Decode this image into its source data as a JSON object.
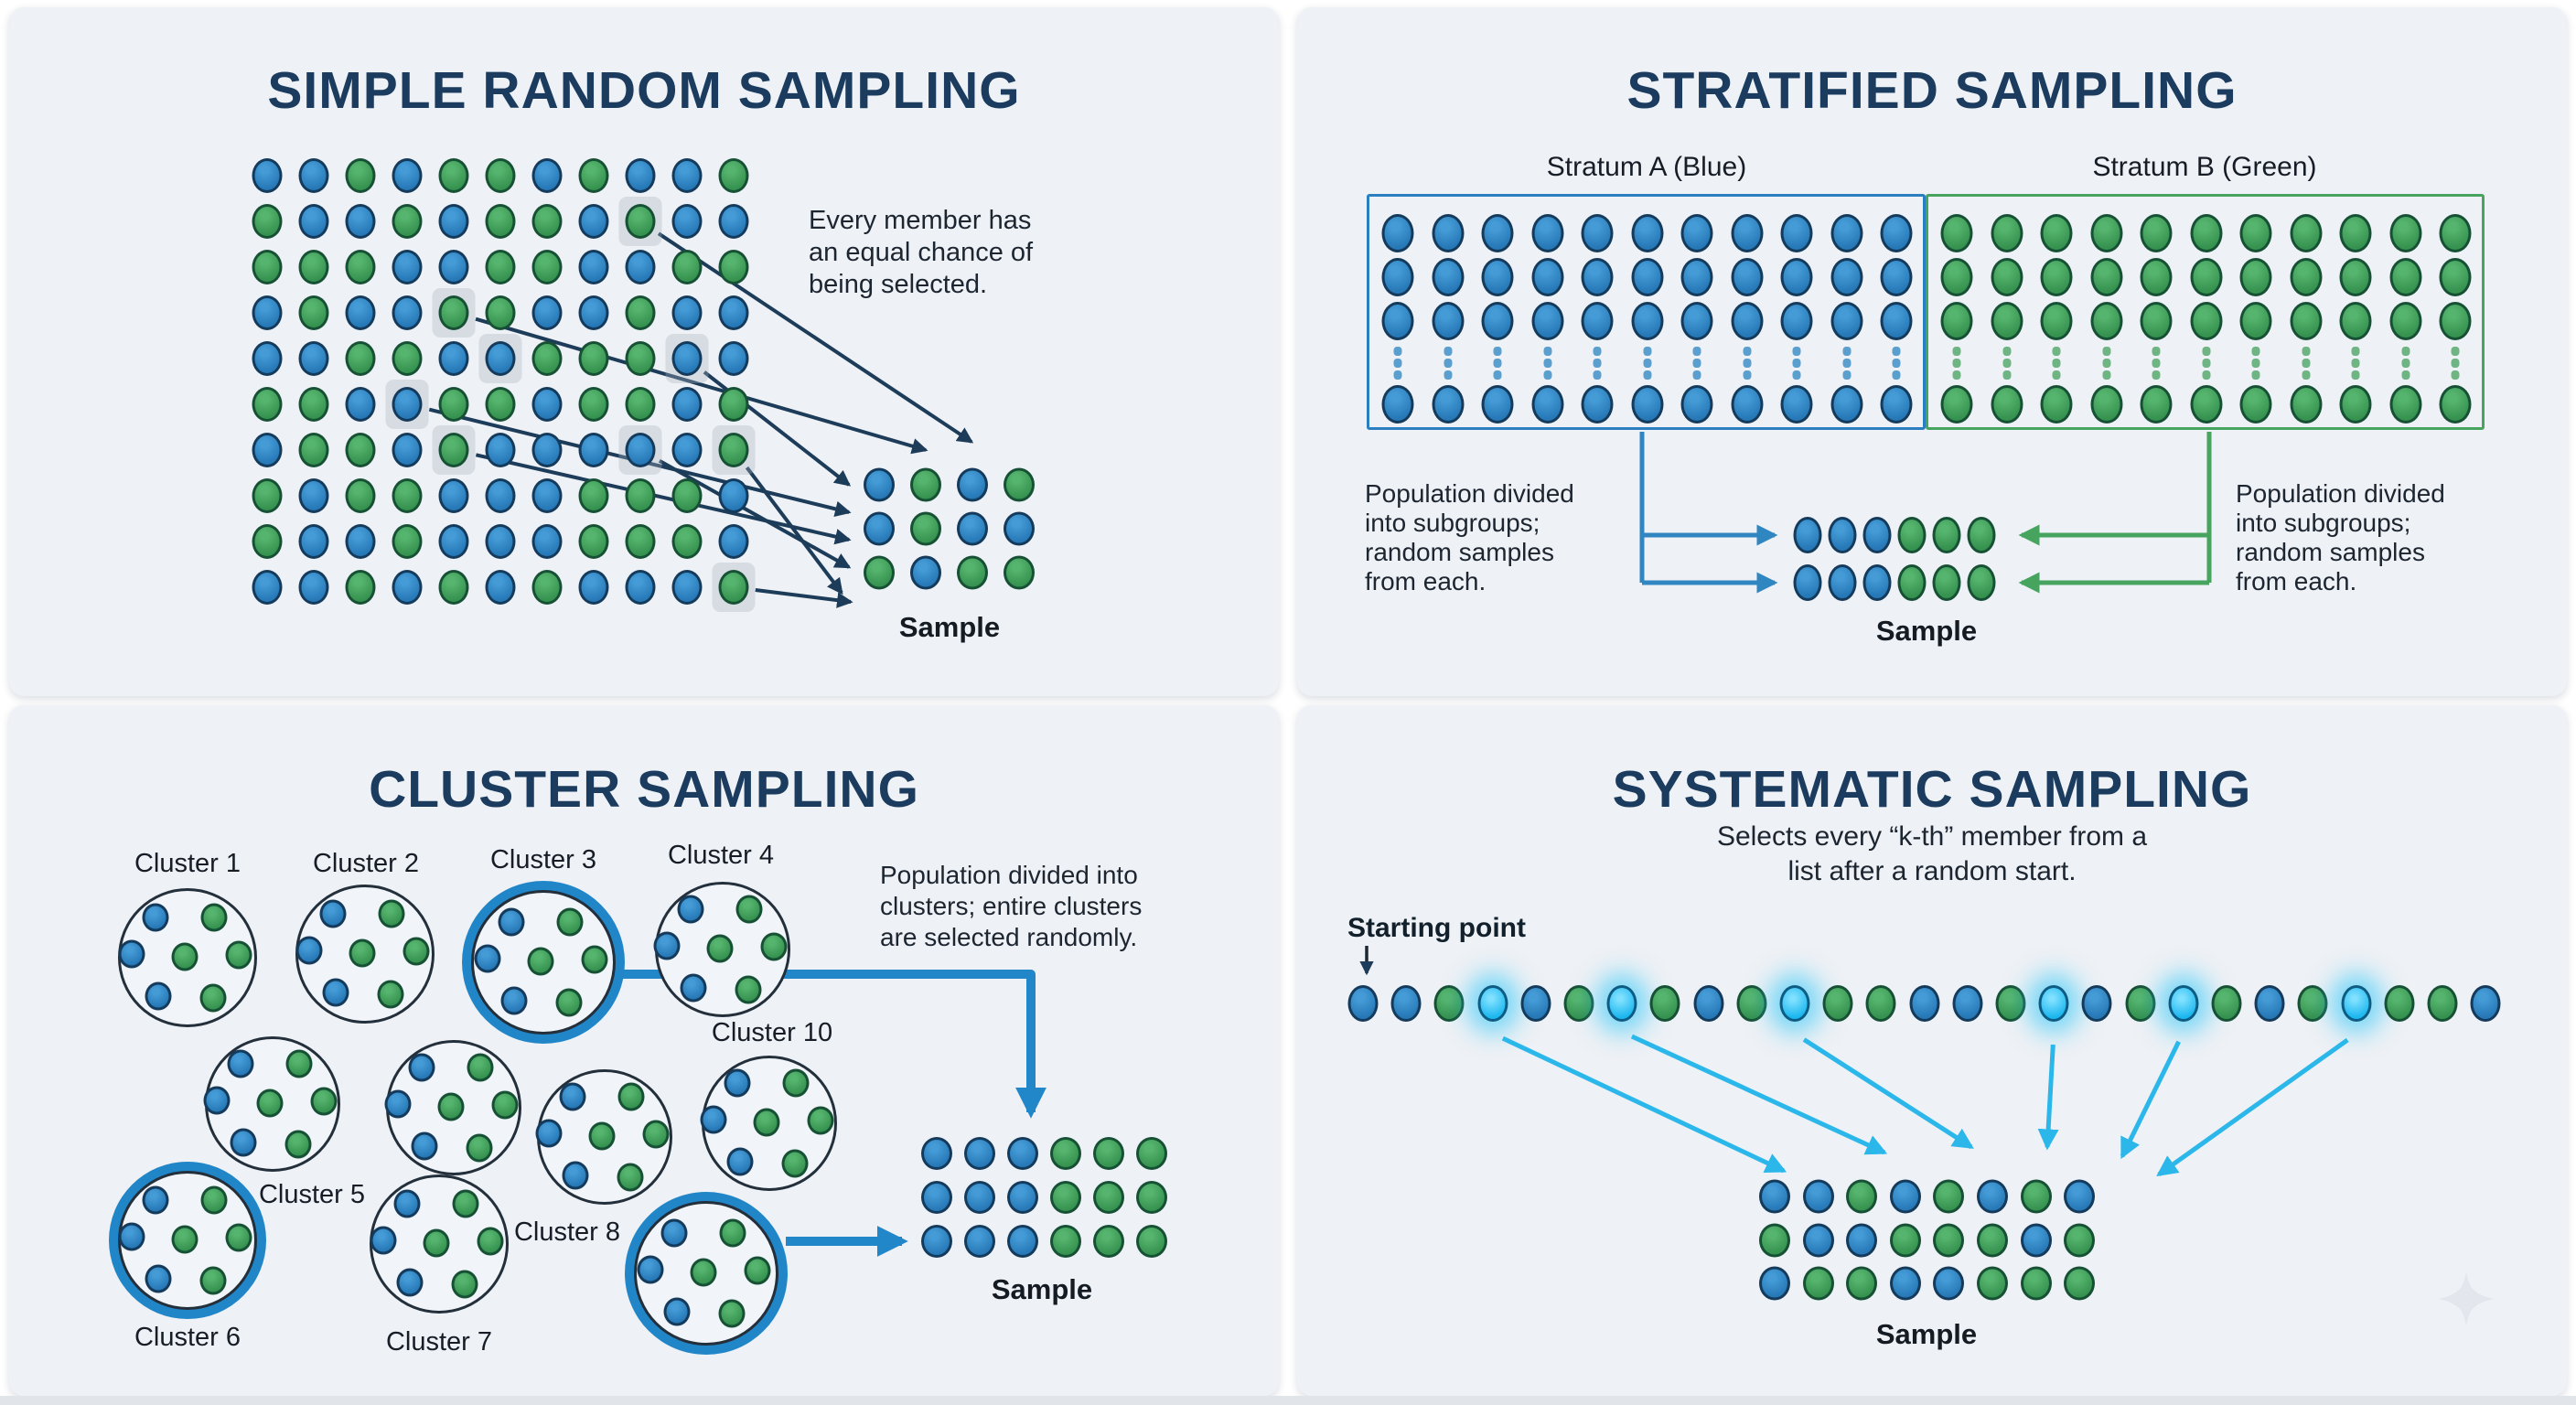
{
  "colors": {
    "card_background": "#eef1f5",
    "title_navy": "#1b3c5e",
    "blue_dot": "#2b86c6",
    "green_dot": "#3ba05a",
    "cyan_highlight": "#2bc4f3",
    "navy_arrow": "#1d3c59",
    "blue_accent": "#2287c9",
    "green_accent": "#46a45f"
  },
  "simple_random": {
    "title": "SIMPLE RANDOM SAMPLING",
    "description_lines": [
      "Every member has",
      "an equal chance of",
      "being selected."
    ],
    "population_rows": [
      "BBGBGGBGBBG",
      "GBBGBGGBGBB",
      "GGGBBGGBBGG",
      "BGBBGGBBGBB",
      "BBGGBBGGGBB",
      "GGBBGGBGGBG",
      "BGGBGBBBBBG",
      "GBGGBBBGGGB",
      "GBBGBBBGGGB",
      "BBGBGBGBBBG"
    ],
    "highlighted_cells": [
      [
        2,
        9
      ],
      [
        4,
        5
      ],
      [
        5,
        6
      ],
      [
        5,
        10
      ],
      [
        6,
        4
      ],
      [
        7,
        5
      ],
      [
        7,
        9
      ],
      [
        7,
        11
      ],
      [
        10,
        11
      ]
    ],
    "sample_rows": [
      "BGBG",
      "BGBB",
      "GBGG"
    ],
    "sample_label": "Sample"
  },
  "stratified": {
    "title": "STRATIFIED SAMPLING",
    "stratum_a_label": "Stratum A (Blue)",
    "stratum_b_label": "Stratum B (Green)",
    "stratum_a_color": "B",
    "stratum_b_color": "G",
    "columns_per_stratum": 11,
    "full_rows_per_stratum": 3,
    "has_ellipsis_row": true,
    "has_bottom_row": true,
    "left_text_lines": [
      "Population divided",
      "into subgroups;",
      "random samples",
      "from each."
    ],
    "right_text_lines": [
      "Population divided",
      "into subgroups;",
      "random samples",
      "from each."
    ],
    "sample_rows": [
      "BBBGGG",
      "BBBGGG"
    ],
    "sample_label": "Sample"
  },
  "cluster": {
    "title": "CLUSTER SAMPLING",
    "description_lines": [
      "Population divided into",
      "clusters; entire clusters",
      "are selected randomly."
    ],
    "clusters": [
      {
        "label": "Cluster 1",
        "highlighted": false
      },
      {
        "label": "Cluster 2",
        "highlighted": false
      },
      {
        "label": "Cluster 3",
        "highlighted": true
      },
      {
        "label": "Cluster 4",
        "highlighted": false
      },
      {
        "label": "Cluster 5",
        "highlighted": false
      },
      {
        "label": "",
        "highlighted": false
      },
      {
        "label": "Cluster 8",
        "highlighted": false
      },
      {
        "label": "Cluster 10",
        "highlighted": false
      },
      {
        "label": "Cluster 6",
        "highlighted": true
      },
      {
        "label": "Cluster 7",
        "highlighted": false
      },
      {
        "label": "",
        "highlighted": true
      }
    ],
    "cluster_dot_pattern": "BGBGGBG",
    "sample_rows": [
      "BBBGGG",
      "BBBGGG",
      "BBBGGG"
    ],
    "sample_label": "Sample"
  },
  "systematic": {
    "title": "SYSTEMATIC SAMPLING",
    "subtitle_lines": [
      "Selects every “k-th” member from a",
      "list after a random start."
    ],
    "starting_point_label": "Starting point",
    "population_sequence": "BBGXBGXGBGXGGBBGXBGXGBGXGGB",
    "sample_rows": [
      "BBGBGBGB",
      "GBBGGGBG",
      "BGGBBGGG"
    ],
    "sample_label": "Sample"
  }
}
